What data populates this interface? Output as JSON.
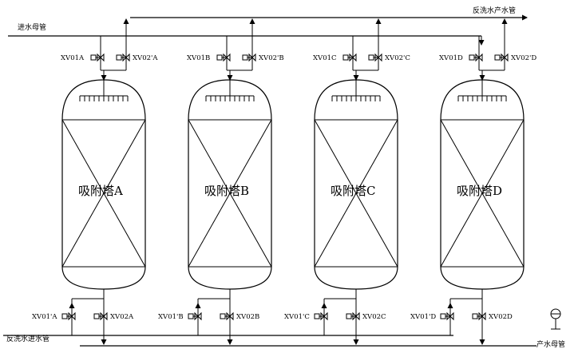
{
  "pipes": {
    "inlet_main": "进水母管",
    "backwash_outlet_main": "反洗水产水管",
    "backwash_inlet_main": "反洗水进水管",
    "product_main": "产水母管"
  },
  "towers": [
    {
      "id": "A",
      "name": "吸附塔A",
      "top_valve_in": "XV01A",
      "top_valve_bw": "XV02'A",
      "bottom_valve_bw": "XV01'A",
      "bottom_valve_out": "XV02A"
    },
    {
      "id": "B",
      "name": "吸附塔B",
      "top_valve_in": "XV01B",
      "top_valve_bw": "XV02'B",
      "bottom_valve_bw": "XV01'B",
      "bottom_valve_out": "XV02B"
    },
    {
      "id": "C",
      "name": "吸附塔C",
      "top_valve_in": "XV01C",
      "top_valve_bw": "XV02'C",
      "bottom_valve_bw": "XV01'C",
      "bottom_valve_out": "XV02C"
    },
    {
      "id": "D",
      "name": "吸附塔D",
      "top_valve_in": "XV01D",
      "top_valve_bw": "XV02'D",
      "bottom_valve_bw": "XV01'D",
      "bottom_valve_out": "XV02D"
    }
  ],
  "icons": {
    "valve": "bowtie-valve-icon",
    "pump": "pump-icon",
    "arrow": "flow-arrow-icon"
  }
}
